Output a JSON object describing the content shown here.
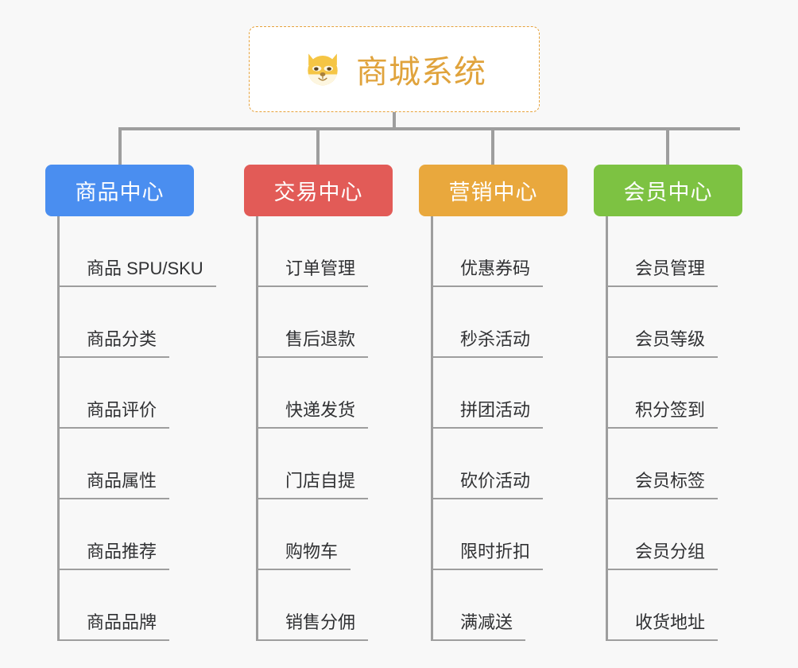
{
  "diagram": {
    "type": "mindmap",
    "background_color": "#f8f8f8",
    "connector_color": "#9e9e9e",
    "root": {
      "title": "商城系统",
      "icon": "shiba-dog-face-emoji",
      "border_color": "#e6a23c",
      "text_color": "#e0a33c",
      "background_color": "#ffffff"
    },
    "branches": [
      {
        "label": "商品中心",
        "color": "#4a8ef0",
        "items": [
          "商品 SPU/SKU",
          "商品分类",
          "商品评价",
          "商品属性",
          "商品推荐",
          "商品品牌"
        ]
      },
      {
        "label": "交易中心",
        "color": "#e25b57",
        "items": [
          "订单管理",
          "售后退款",
          "快递发货",
          "门店自提",
          "购物车",
          "销售分佣"
        ]
      },
      {
        "label": "营销中心",
        "color": "#e9a83d",
        "items": [
          "优惠券码",
          "秒杀活动",
          "拼团活动",
          "砍价活动",
          "限时折扣",
          "满减送"
        ]
      },
      {
        "label": "会员中心",
        "color": "#7dc242",
        "items": [
          "会员管理",
          "会员等级",
          "积分签到",
          "会员标签",
          "会员分组",
          "收货地址"
        ]
      }
    ]
  }
}
